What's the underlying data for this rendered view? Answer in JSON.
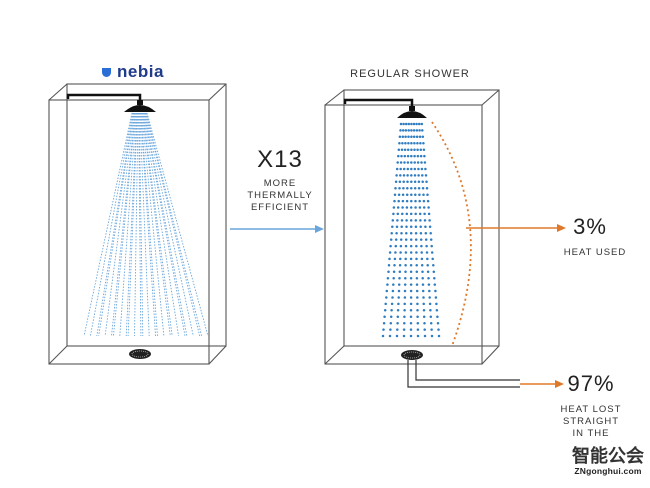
{
  "brand": {
    "name": "nebia",
    "accent": "#2a6fd6"
  },
  "regular": {
    "title": "REGULAR SHOWER"
  },
  "comparison": {
    "multiplier": "X13",
    "caption": [
      "MORE",
      "THERMALLY",
      "EFFICIENT"
    ]
  },
  "heat_used": {
    "value": "3%",
    "label": "HEAT USED"
  },
  "heat_lost": {
    "value": "97%",
    "label": [
      "HEAT LOST",
      "STRAIGHT",
      "IN THE"
    ]
  },
  "watermark": {
    "text": "智能公会",
    "site": "ZNgonghui.com"
  },
  "colors": {
    "spray": "#6aa6dc",
    "droplets": "#2f7cc0",
    "arrow_blue": "#6aa6dc",
    "arrow_orange": "#e0782a",
    "frame": "#555555"
  }
}
